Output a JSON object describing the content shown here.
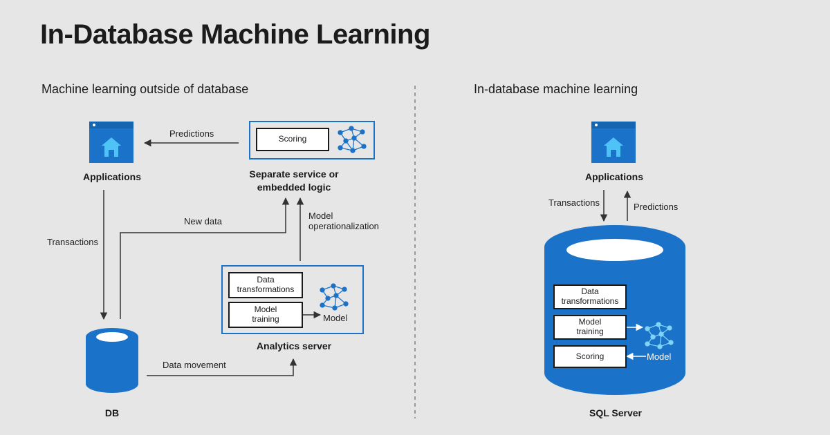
{
  "title": "In-Database Machine Learning",
  "left": {
    "heading": "Machine learning outside of database",
    "applications_label": "Applications",
    "predictions_label": "Predictions",
    "scoring_box": "Scoring",
    "separate_service_line1": "Separate service or",
    "separate_service_line2": "embedded logic",
    "new_data_label": "New data",
    "transactions_label": "Transactions",
    "model_op_line1": "Model",
    "model_op_line2": "operationalization",
    "data_transformations_line1": "Data",
    "data_transformations_line2": "transformations",
    "model_training_line1": "Model",
    "model_training_line2": "training",
    "model_label": "Model",
    "analytics_server_label": "Analytics server",
    "data_movement_label": "Data movement",
    "db_label": "DB"
  },
  "right": {
    "heading": "In-database machine learning",
    "applications_label": "Applications",
    "transactions_label": "Transactions",
    "predictions_label": "Predictions",
    "data_transformations_line1": "Data",
    "data_transformations_line2": "transformations",
    "model_training_line1": "Model",
    "model_training_line2": "training",
    "scoring_box": "Scoring",
    "model_label": "Model",
    "sql_server_label": "SQL Server"
  },
  "colors": {
    "accent": "#1a73c8",
    "background": "#e6e6e6",
    "arrow": "#333333"
  },
  "icons": [
    "app-window-icon",
    "neural-network-icon",
    "database-cylinder-icon"
  ]
}
